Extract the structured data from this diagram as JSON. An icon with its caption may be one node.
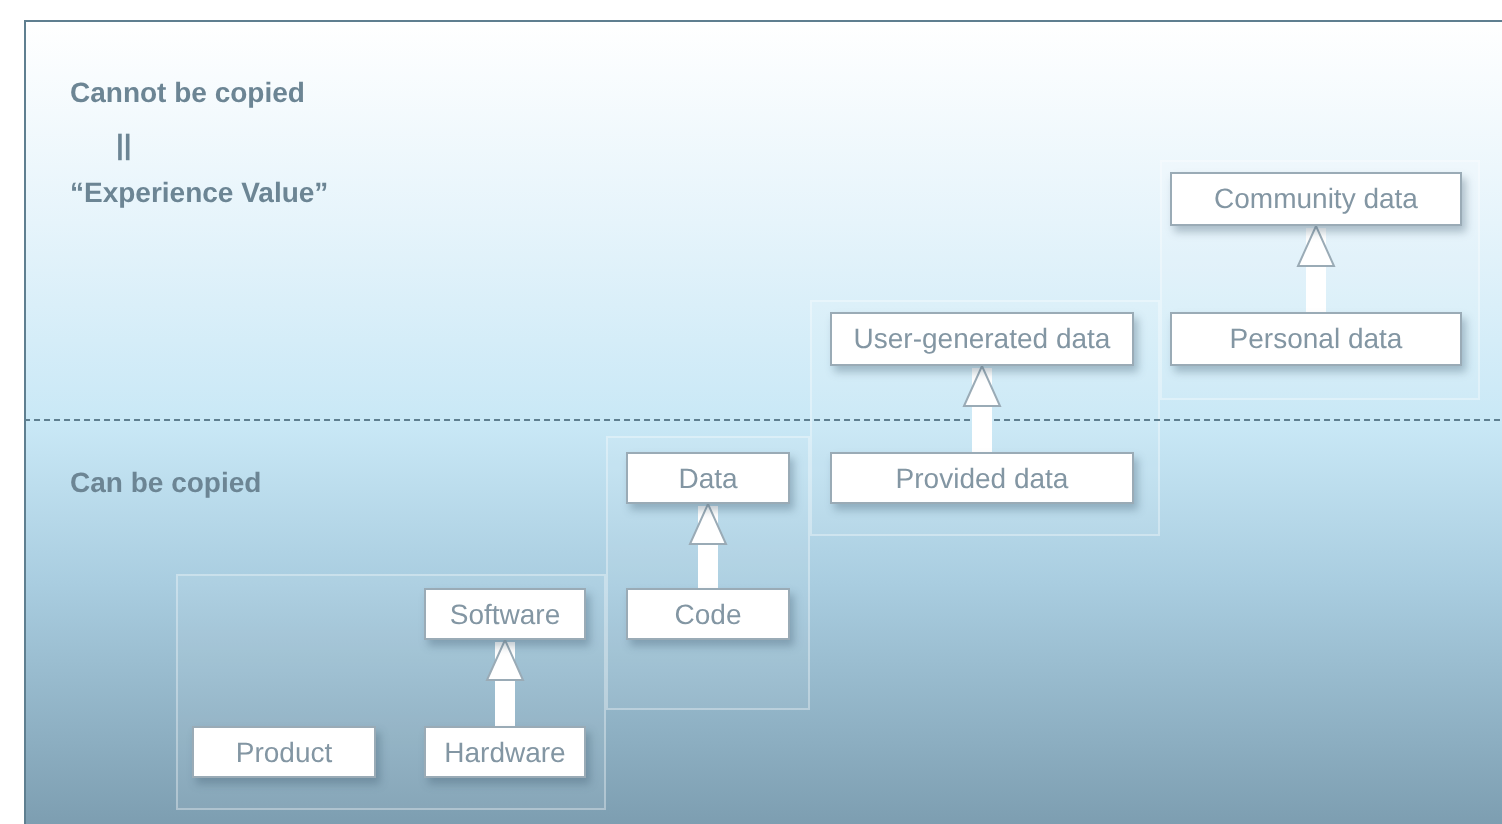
{
  "diagram": {
    "nodes": [
      {
        "text": [
          "Product"
        ]
      },
      {
        "text": [
          "Hardware"
        ]
      },
      {
        "text": [
          "Software"
        ]
      },
      {
        "text": [
          "Code"
        ]
      },
      {
        "text": [
          "Data"
        ]
      },
      {
        "text": [
          "Provided data"
        ]
      },
      {
        "text": [
          "User-generated data"
        ]
      },
      {
        "text": [
          "Personal data"
        ]
      },
      {
        "text": [
          "Community data"
        ]
      }
    ],
    "edges": [
      {
        "from": 1,
        "to": 2,
        "arrow": "to"
      },
      {
        "from": 3,
        "to": 4,
        "arrow": "to"
      },
      {
        "from": 5,
        "to": 6,
        "arrow": "to"
      },
      {
        "from": 7,
        "to": 8,
        "arrow": "to"
      }
    ],
    "labels": [
      "Cannot be copied",
      "||",
      "“Experience Value”",
      "Can be copied"
    ]
  }
}
